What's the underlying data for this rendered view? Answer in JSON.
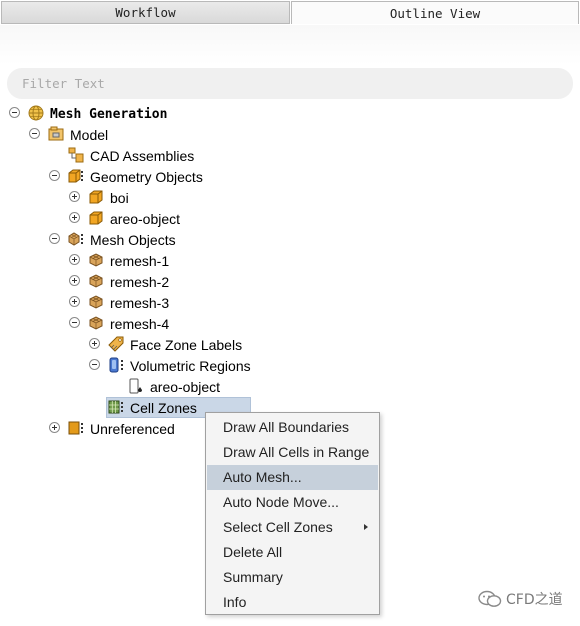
{
  "tabs": [
    {
      "label": "Workflow"
    },
    {
      "label": "Outline View"
    }
  ],
  "filter": {
    "placeholder": "Filter Text"
  },
  "tree": [
    {
      "label": "Mesh Generation",
      "icon": "globe-icon"
    },
    {
      "label": "Model",
      "icon": "model-icon"
    },
    {
      "label": "CAD Assemblies",
      "icon": "cad-assemblies-icon"
    },
    {
      "label": "Geometry Objects",
      "icon": "geometry-objects-icon"
    },
    {
      "label": "boi",
      "icon": "geometry-object-icon"
    },
    {
      "label": "areo-object",
      "icon": "geometry-object-icon"
    },
    {
      "label": "Mesh Objects",
      "icon": "mesh-objects-icon"
    },
    {
      "label": "remesh-1",
      "icon": "mesh-object-icon"
    },
    {
      "label": "remesh-2",
      "icon": "mesh-object-icon"
    },
    {
      "label": "remesh-3",
      "icon": "mesh-object-icon"
    },
    {
      "label": "remesh-4",
      "icon": "mesh-object-icon"
    },
    {
      "label": "Face Zone Labels",
      "icon": "face-zone-labels-icon"
    },
    {
      "label": "Volumetric Regions",
      "icon": "volumetric-regions-icon"
    },
    {
      "label": "areo-object",
      "icon": "region-object-icon"
    },
    {
      "label": "Cell Zones",
      "icon": "cell-zones-icon"
    },
    {
      "label": "Unreferenced",
      "icon": "unreferenced-icon"
    }
  ],
  "context_menu": {
    "items": [
      {
        "label": "Draw All Boundaries"
      },
      {
        "label": "Draw All Cells in Range"
      },
      {
        "label": "Auto Mesh..."
      },
      {
        "label": "Auto Node Move..."
      },
      {
        "label": "Select Cell Zones"
      },
      {
        "label": "Delete All"
      },
      {
        "label": "Summary"
      },
      {
        "label": "Info"
      }
    ]
  },
  "watermark": {
    "text": "CFD之道",
    "icon": "wechat-icon"
  },
  "colors": {
    "selection": "#cad7e7",
    "menu_highlight": "#c6d0db",
    "folder": "#e8a33a"
  }
}
